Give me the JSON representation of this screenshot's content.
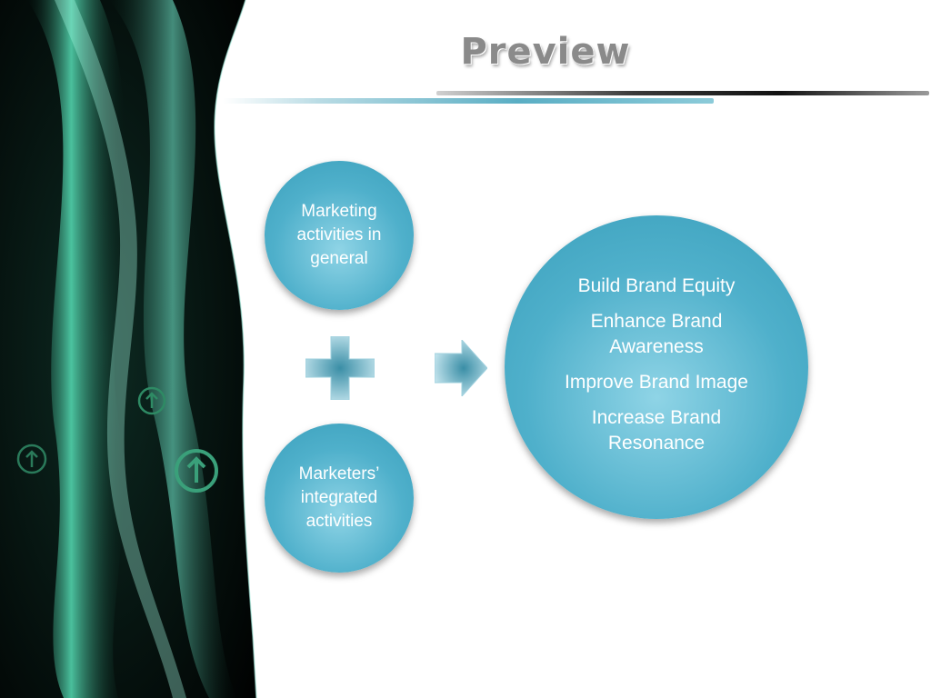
{
  "slide": {
    "title": "Preview",
    "colors": {
      "accent": "#4fb0cb",
      "accent_light": "#8fd4e6",
      "panel_dark": "#000000",
      "panel_glow": "#5ff5c8",
      "title": "#8a8a8a"
    }
  },
  "diagram": {
    "inputs": [
      {
        "label": "Marketing activities in general"
      },
      {
        "label": "Marketers’ integrated activities"
      }
    ],
    "operator_icon": "plus-icon",
    "result_icon": "arrow-right-icon",
    "outcomes": [
      "Build Brand Equity",
      "Enhance Brand Awareness",
      "Improve Brand Image",
      "Increase Brand Resonance"
    ]
  },
  "decoration": {
    "icons": [
      "up-arrow-circle-icon",
      "up-arrow-circle-icon",
      "up-arrow-circle-icon"
    ]
  }
}
